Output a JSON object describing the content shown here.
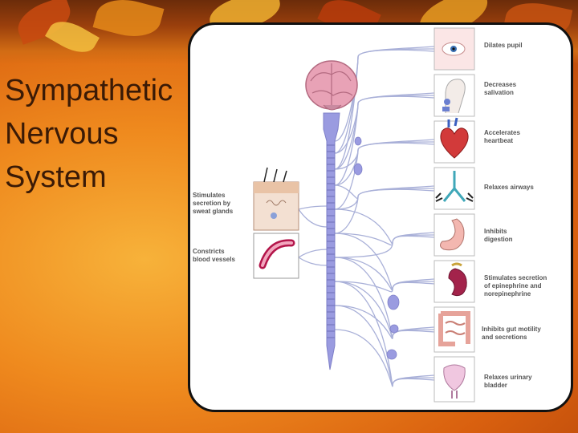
{
  "slide": {
    "title_lines": [
      "Sympathetic",
      "Nervous",
      "System"
    ]
  },
  "diagram": {
    "left_effects": [
      {
        "lines": [
          "Stimulates",
          "secretion by",
          "sweat glands"
        ],
        "icon": "sweat-gland-icon"
      },
      {
        "lines": [
          "Constricts",
          "blood vessels"
        ],
        "icon": "blood-vessel-icon"
      }
    ],
    "right_effects": [
      {
        "lines": [
          "Dilates pupil"
        ],
        "icon": "eye-icon"
      },
      {
        "lines": [
          "Decreases",
          "salivation"
        ],
        "icon": "salivary-gland-icon"
      },
      {
        "lines": [
          "Accelerates",
          "heartbeat"
        ],
        "icon": "heart-icon"
      },
      {
        "lines": [
          "Relaxes airways"
        ],
        "icon": "lungs-icon"
      },
      {
        "lines": [
          "Inhibits",
          "digestion"
        ],
        "icon": "stomach-icon"
      },
      {
        "lines": [
          "Stimulates secretion",
          "of epinephrine and",
          "norepinephrine"
        ],
        "icon": "adrenal-kidney-icon"
      },
      {
        "lines": [
          "Inhibits gut motility",
          "and secretions"
        ],
        "icon": "intestine-icon"
      },
      {
        "lines": [
          "Relaxes urinary",
          "bladder"
        ],
        "icon": "bladder-icon"
      }
    ],
    "colors": {
      "spinal_cord": "#9a9be0",
      "nerve_line": "#a9b0d8",
      "brain": "#e8a2b6",
      "panel_border": "#111111"
    }
  }
}
